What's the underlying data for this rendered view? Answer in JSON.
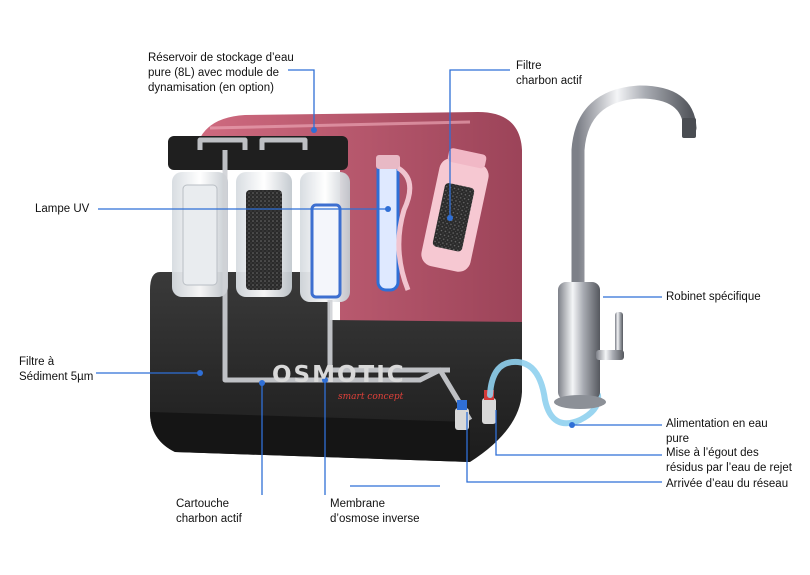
{
  "colors": {
    "leader_line": "#2f6fd6",
    "reservoir": "#b83a55",
    "body": "#2b2b2b",
    "tube": "#c9c9c9",
    "blue_tube": "#8fd0ee",
    "logo_accent": "#e0413a"
  },
  "product": {
    "logo": "OSMOTIC",
    "tagline": "smart concept"
  },
  "labels": {
    "reservoir": [
      "Réservoir de stockage d’eau",
      "pure (8L) avec module de",
      "dynamisation (en option)"
    ],
    "carbon_filter": [
      "Filtre",
      "charbon actif"
    ],
    "uv_lamp": [
      "Lampe UV"
    ],
    "sediment_filter": [
      "Filtre à",
      "Sédiment 5µm"
    ],
    "faucet": [
      "Robinet spécifique"
    ],
    "pure_water_supply": [
      "Alimentation en eau",
      "pure"
    ],
    "drain": [
      "Mise à l’égout des",
      "résidus par l’eau de rejet"
    ],
    "network_inlet": [
      "Arrivée d’eau du réseau"
    ],
    "carbon_cartridge": [
      "Cartouche",
      "charbon actif"
    ],
    "ro_membrane": [
      "Membrane",
      "d’osmose inverse"
    ]
  }
}
